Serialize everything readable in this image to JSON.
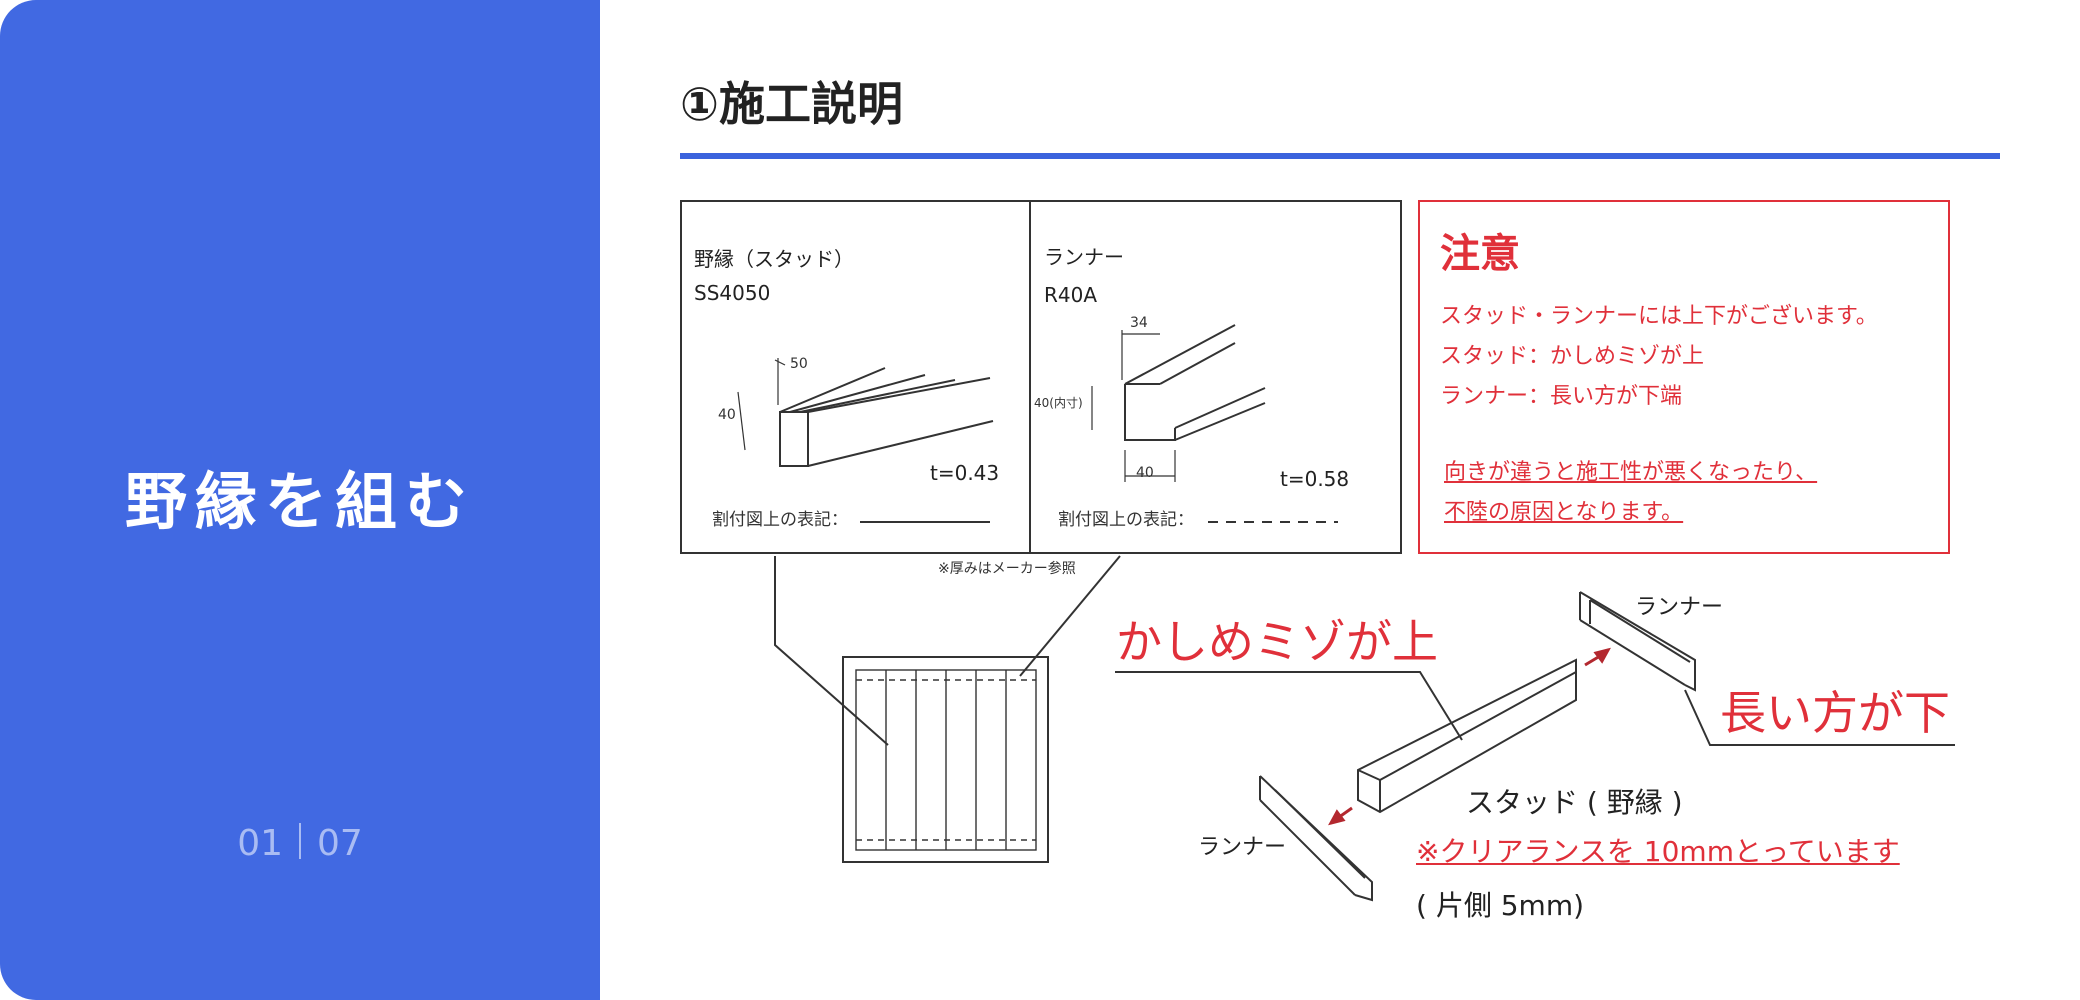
{
  "sidebar": {
    "title": "野縁を組む",
    "page_current": "01",
    "page_total": "07"
  },
  "section": {
    "title": "①施工説明"
  },
  "stud_panel": {
    "name": "野縁（スタッド）",
    "code": "SS4050",
    "dim_width": "50",
    "dim_height": "40",
    "thickness": "t=0.43",
    "notation_label": "割付図上の表記："
  },
  "runner_panel": {
    "name": "ランナー",
    "code": "R40A",
    "dim_top": "34",
    "dim_height": "40(内寸)",
    "dim_bottom": "40",
    "thickness": "t=0.58",
    "notation_label": "割付図上の表記："
  },
  "thickness_note": "※厚みはメーカー参照",
  "caution": {
    "title": "注意",
    "lines": [
      "スタッド・ランナーには上下がございます。",
      "スタッド：かしめミゾが上",
      "ランナー：長い方が下端"
    ],
    "warning_lines": [
      "向きが違うと施工性が悪くなったり、",
      "不陸の原因となります。"
    ]
  },
  "diagram": {
    "callout_top": "かしめミゾが上",
    "callout_bottom": "長い方が下",
    "runner_label_right": "ランナー",
    "runner_label_left": "ランナー",
    "stud_label": "スタッド ( 野縁 )",
    "clearance_note": "※クリアランスを 10mmとっています",
    "clearance_detail": "( 片側 5mm)"
  },
  "colors": {
    "sidebar_bg": "#4169e2",
    "accent_blue": "#3b63dd",
    "caution_red": "#e0303a"
  }
}
